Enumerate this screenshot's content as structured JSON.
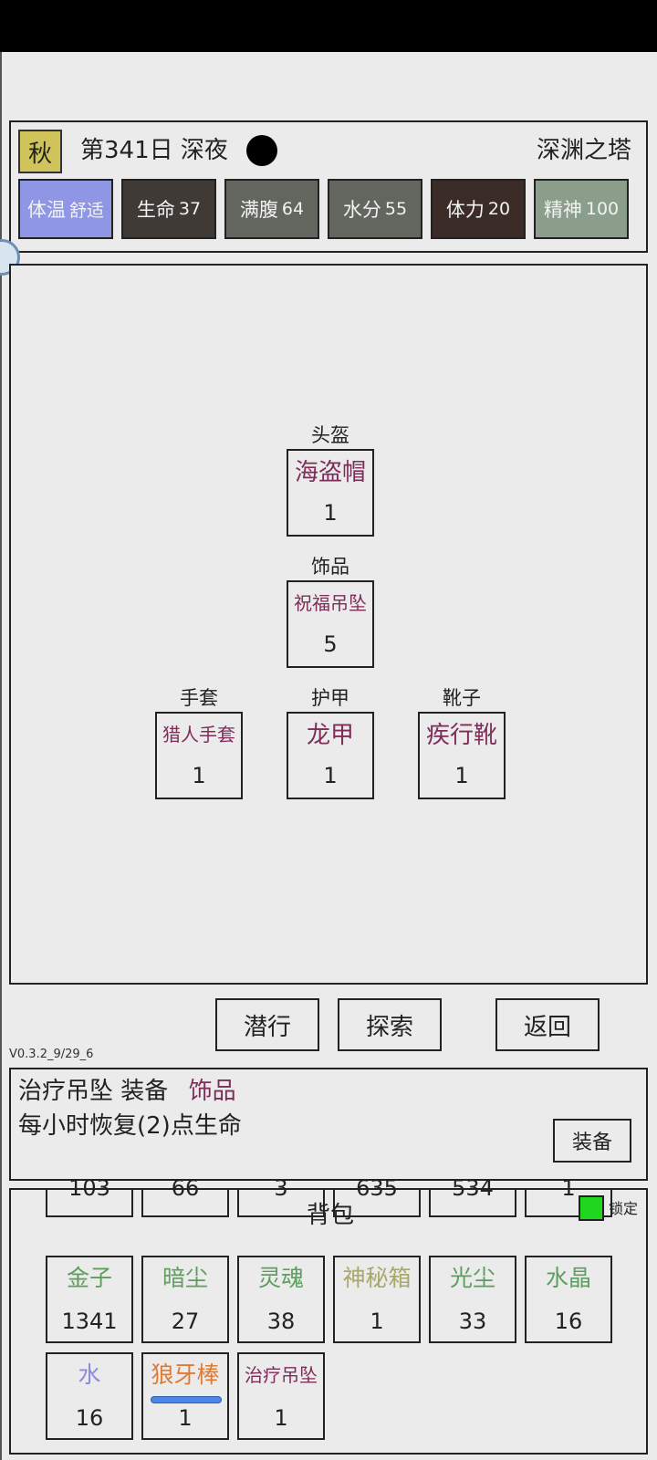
{
  "header": {
    "season": "秋",
    "date": "第341日 深夜",
    "location": "深渊之塔",
    "stats": [
      {
        "label": "体温",
        "value": "舒适",
        "bg": "#8f96e6"
      },
      {
        "label": "生命",
        "value": "37",
        "bg": "#3f3a36"
      },
      {
        "label": "满腹",
        "value": "64",
        "bg": "#62665e"
      },
      {
        "label": "水分",
        "value": "55",
        "bg": "#62665e"
      },
      {
        "label": "体力",
        "value": "20",
        "bg": "#3b2c27"
      },
      {
        "label": "精神",
        "value": "100",
        "bg": "#8b9e8c"
      }
    ]
  },
  "equipment": {
    "helmet": {
      "label": "头盔",
      "item": "海盗帽",
      "count": "1"
    },
    "accessory": {
      "label": "饰品",
      "item": "祝福吊坠",
      "count": "5"
    },
    "gloves": {
      "label": "手套",
      "item": "猎人手套",
      "count": "1"
    },
    "armor": {
      "label": "护甲",
      "item": "龙甲",
      "count": "1"
    },
    "boots": {
      "label": "靴子",
      "item": "疾行靴",
      "count": "1"
    }
  },
  "actions": {
    "sneak": "潜行",
    "explore": "探索",
    "back": "返回"
  },
  "version": "V0.3.2_9/29_6",
  "detail": {
    "item": "治疗吊坠",
    "action": "装备",
    "slot": "饰品",
    "description": "每小时恢复(2)点生命",
    "equip_button": "装备"
  },
  "bag": {
    "title": "背包",
    "lock_label": "锁定",
    "partial_row": [
      "103",
      "66",
      "3",
      "635",
      "534",
      "1"
    ],
    "items": [
      {
        "name": "金子",
        "count": "1341",
        "color": "#5e9e5e"
      },
      {
        "name": "暗尘",
        "count": "27",
        "color": "#5e9e5e"
      },
      {
        "name": "灵魂",
        "count": "38",
        "color": "#5e9e5e"
      },
      {
        "name": "神秘箱",
        "count": "1",
        "color": "#a8a86c"
      },
      {
        "name": "光尘",
        "count": "33",
        "color": "#5e9e5e"
      },
      {
        "name": "水晶",
        "count": "16",
        "color": "#5e9e5e"
      },
      {
        "name": "水",
        "count": "16",
        "color": "#8a8ae0"
      },
      {
        "name": "狼牙棒",
        "count": "1",
        "color": "#e07a30",
        "durability": 1.0
      },
      {
        "name": "治疗吊坠",
        "count": "1",
        "color": "#7e2d5a"
      }
    ]
  }
}
